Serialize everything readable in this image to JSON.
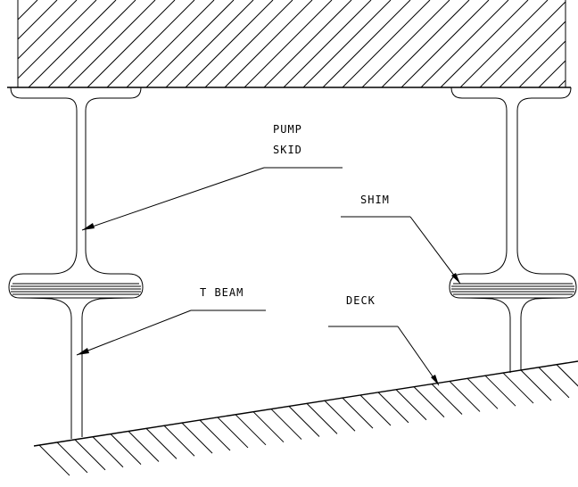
{
  "labels": {
    "pump_skid_line1": "PUMP",
    "pump_skid_line2": "SKID",
    "shim": "SHIM",
    "t_beam": "T BEAM",
    "deck": "DECK"
  },
  "colors": {
    "ink": "#000000",
    "paper": "#ffffff"
  }
}
